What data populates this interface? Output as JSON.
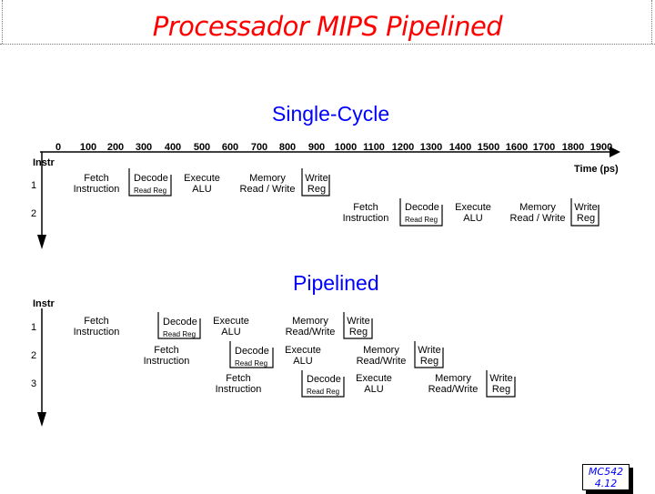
{
  "title": "Processador MIPS Pipelined",
  "single_cycle": {
    "heading": "Single-Cycle",
    "time_ticks": [
      "0",
      "100",
      "200",
      "300",
      "400",
      "500",
      "600",
      "700",
      "800",
      "900",
      "1000",
      "1100",
      "1200",
      "1300",
      "1400",
      "1500",
      "1600",
      "1700",
      "1800",
      "1900"
    ],
    "time_label": "Time (ps)",
    "instr_label": "Instr",
    "rows": [
      "1",
      "2"
    ],
    "instr1": {
      "fetch": [
        "Fetch",
        "Instruction"
      ],
      "decode": [
        "Decode",
        "Read Reg"
      ],
      "execute": [
        "Execute",
        "ALU"
      ],
      "memory": [
        "Memory",
        "Read / Write"
      ],
      "write": [
        "Write",
        "Reg"
      ]
    },
    "instr2": {
      "fetch": [
        "Fetch",
        "Instruction"
      ],
      "decode": [
        "Decode",
        "Read Reg"
      ],
      "execute": [
        "Execute",
        "ALU"
      ],
      "memory": [
        "Memory",
        "Read / Write"
      ],
      "write": [
        "Write",
        "Reg"
      ]
    }
  },
  "pipelined": {
    "heading": "Pipelined",
    "instr_label": "Instr",
    "rows": [
      "1",
      "2",
      "3"
    ],
    "instr1": {
      "fetch": [
        "Fetch",
        "Instruction"
      ],
      "decode": [
        "Decode",
        "Read Reg"
      ],
      "execute": [
        "Execute",
        "ALU"
      ],
      "memory": [
        "Memory",
        "Read/Write"
      ],
      "write": [
        "Write",
        "Reg"
      ]
    },
    "instr2": {
      "fetch": [
        "Fetch",
        "Instruction"
      ],
      "decode": [
        "Decode",
        "Read Reg"
      ],
      "execute": [
        "Execute",
        "ALU"
      ],
      "memory": [
        "Memory",
        "Read/Write"
      ],
      "write": [
        "Write",
        "Reg"
      ]
    },
    "instr3": {
      "fetch": [
        "Fetch",
        "Instruction"
      ],
      "decode": [
        "Decode",
        "Read Reg"
      ],
      "execute": [
        "Execute",
        "ALU"
      ],
      "memory": [
        "Memory",
        "Read/Write"
      ],
      "write": [
        "Write",
        "Reg"
      ]
    }
  },
  "footer": {
    "line1": "MC542",
    "line2": "4.12"
  }
}
